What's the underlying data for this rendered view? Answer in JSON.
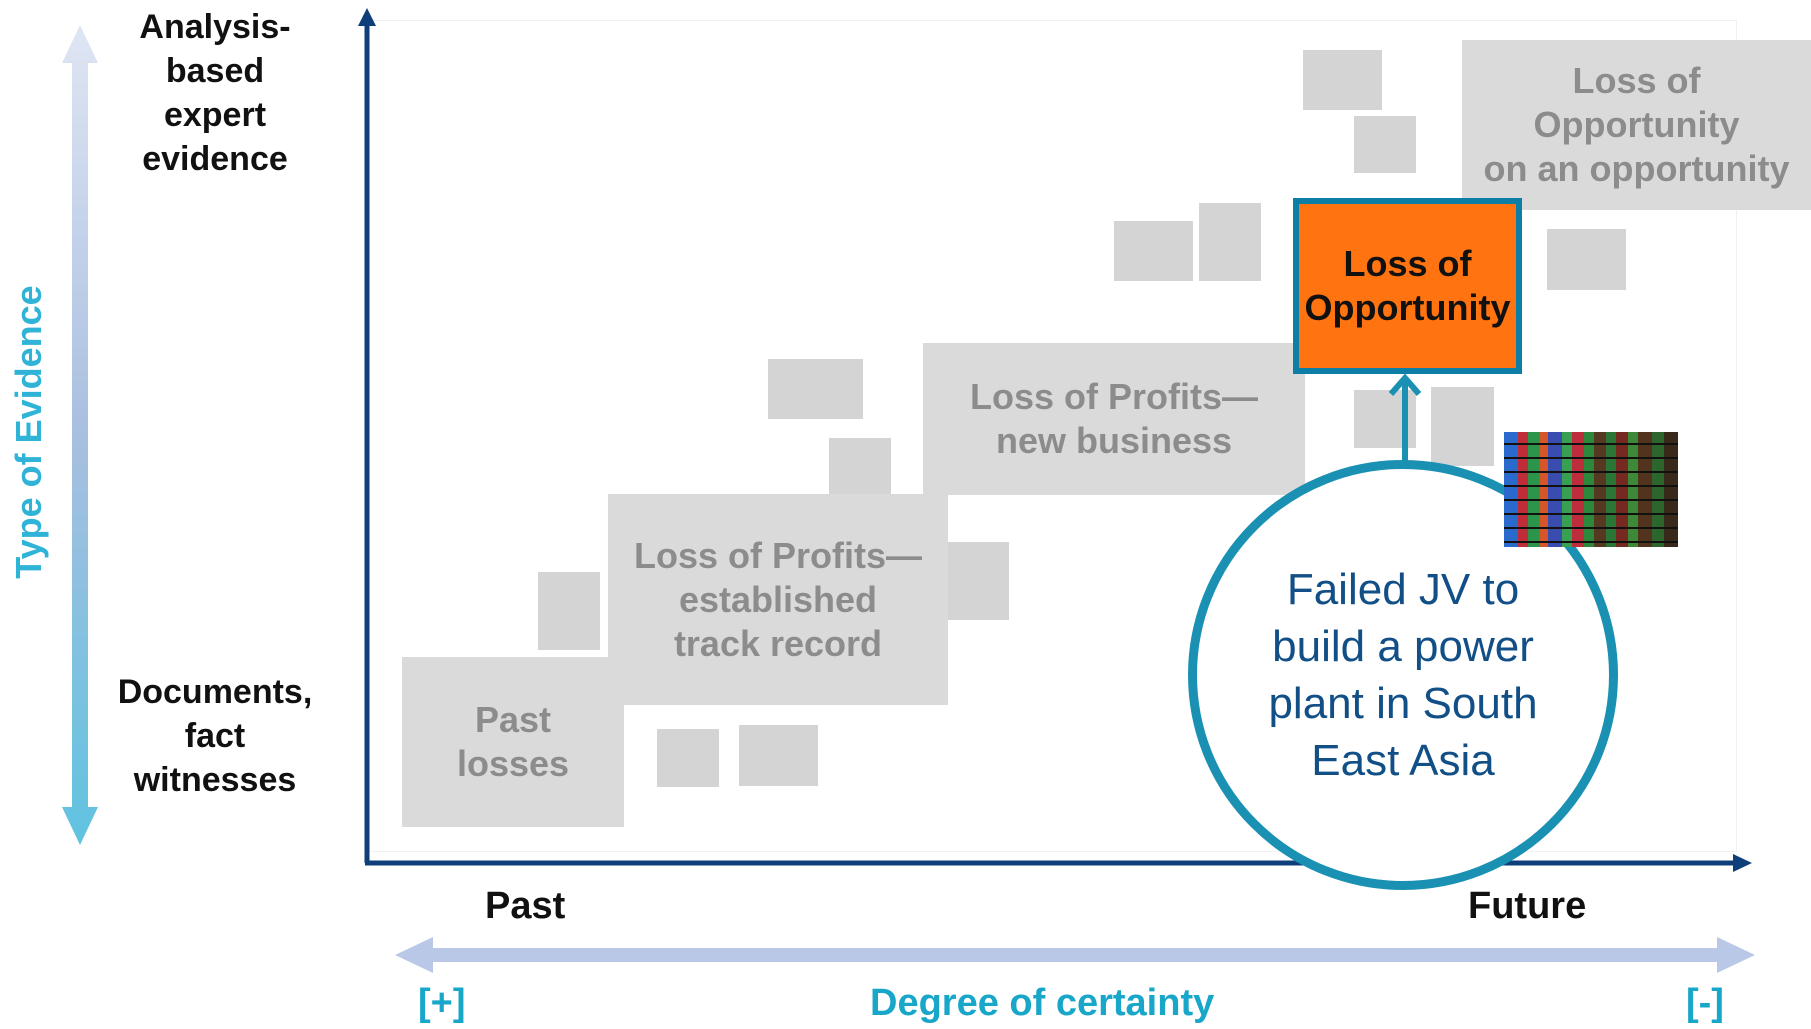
{
  "y_axis": {
    "title": "Type  of Evidence",
    "top_label": "Analysis-\nbased\nexpert\nevidence",
    "bottom_label": "Documents,\nfact\nwitnesses"
  },
  "x_axis": {
    "left_label": "Past",
    "right_label": "Future",
    "certainty_title": "Degree of certainty",
    "certainty_plus": "[+]",
    "certainty_minus": "[-]"
  },
  "categories": {
    "past_losses": "Past\nlosses",
    "established": "Loss of Profits—\nestablished\ntrack record",
    "new_business": "Loss of Profits—\nnew business",
    "opportunity_on_opportunity": "Loss of\nOpportunity\non an opportunity",
    "highlight": "Loss of\nOpportunity"
  },
  "callout": {
    "text": "Failed JV to\nbuild a power\nplant in South\nEast Asia"
  },
  "colors": {
    "highlight_fill": "#ff7310",
    "accent_border": "#1a91b3",
    "axis_color": "#0f3f7a",
    "evidence_arrow": "#5fc3e0",
    "certainty_text": "#19a7c9"
  },
  "icons": {
    "photo": "stock-ticker-board-image"
  }
}
